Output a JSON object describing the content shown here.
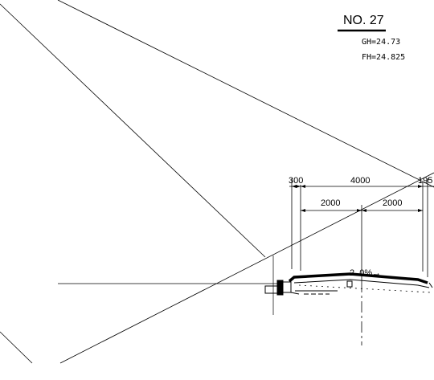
{
  "section": {
    "title": "NO. 27",
    "ground_height": "GH=24.73",
    "formation_height": "FH=24.825"
  },
  "dimensions": {
    "top_left": "300",
    "top_center": "4000",
    "top_right": "195",
    "lower_left": "2000",
    "lower_right": "2000"
  },
  "slope": {
    "value": "2. 0%",
    "arrow": "→"
  },
  "colors": {
    "line": "#000000",
    "background": "#ffffff"
  }
}
